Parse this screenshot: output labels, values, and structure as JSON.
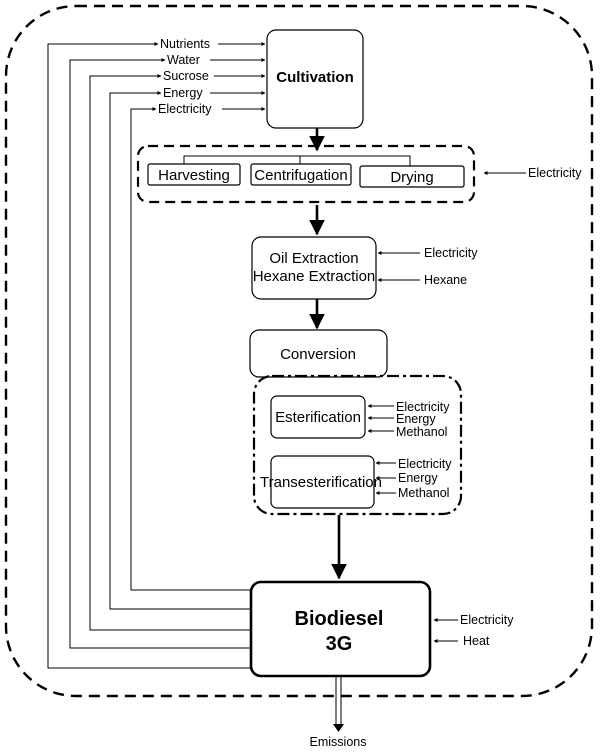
{
  "nodes": {
    "cultivation": "Cultivation",
    "harvesting": "Harvesting",
    "centrifugation": "Centrifugation",
    "drying": "Drying",
    "oil_extraction_line1": "Oil Extraction",
    "oil_extraction_line2": "Hexane Extraction",
    "conversion": "Conversion",
    "esterification": "Esterification",
    "transesterification": "Transesterification",
    "biodiesel_line1": "Biodiesel",
    "biodiesel_line2": "3G"
  },
  "cultivation_inputs": [
    "Nutrients",
    "Water",
    "Sucrose",
    "Energy",
    "Electricity"
  ],
  "drying_group_input": "Electricity",
  "extraction_inputs": [
    "Electricity",
    "Hexane"
  ],
  "esterification_inputs": [
    "Electricity",
    "Energy",
    "Methanol"
  ],
  "transesterification_inputs": [
    "Electricity",
    "Energy",
    "Methanol"
  ],
  "biodiesel_inputs": [
    "Electricity",
    "Heat"
  ],
  "output": "Emissions"
}
